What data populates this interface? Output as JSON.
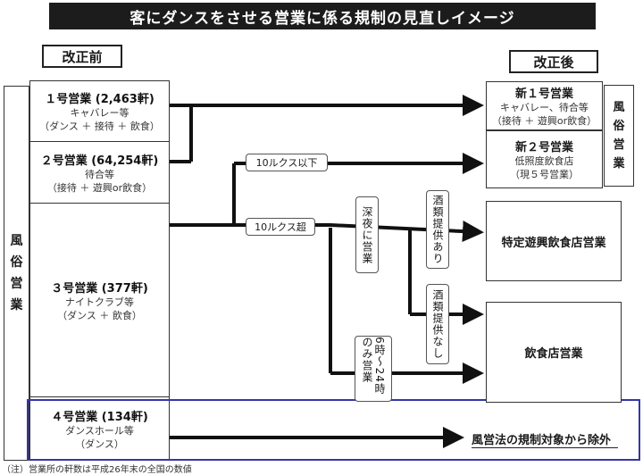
{
  "title": "客にダンスをさせる営業に係る規制の見直しイメージ",
  "before_label": "改正前",
  "after_label": "改正後",
  "left_side_label": [
    "風",
    "俗",
    "営",
    "業"
  ],
  "right_side_label": [
    "風",
    "俗",
    "営",
    "業"
  ],
  "before": {
    "item1": {
      "title": "１号営業 (2,463軒)",
      "line1": "キャバレー等",
      "line2": "（ダンス ＋ 接待 ＋ 飲食）"
    },
    "item2": {
      "title": "２号営業 (64,254軒)",
      "line1": "待合等",
      "line2": "（接待 ＋ 遊興or飲食）"
    },
    "item3": {
      "title": "３号営業 (377軒)",
      "line1": "ナイトクラブ等",
      "line2": "（ダンス ＋ 飲食）"
    },
    "item4": {
      "title": "４号営業 (134軒)",
      "line1": "ダンスホール等",
      "line2": "（ダンス）"
    }
  },
  "after": {
    "new1": {
      "title": "新１号営業",
      "line1": "キャバレー、待合等",
      "line2": "（接待 ＋ 遊興or飲食）"
    },
    "new2": {
      "title": "新２号営業",
      "line1": "低照度飲食店",
      "line2": "（現５号営業）"
    },
    "special": "特定遊興飲食店営業",
    "restaurant": "飲食店営業",
    "excluded": "風営法の規制対象から除外"
  },
  "conditions": {
    "lux_below": "10ルクス以下",
    "lux_above": "10ルクス超",
    "late_night": "深夜に営業",
    "alcohol_yes": "酒類提供あり",
    "alcohol_no": "酒類提供なし",
    "hours_only": "6時～24時のみ営業"
  },
  "note": "（注）営業所の軒数は平成26年末の全国の数値",
  "colors": {
    "highlight_border": "#3636a8",
    "title_bg": "#1c1c1c"
  }
}
